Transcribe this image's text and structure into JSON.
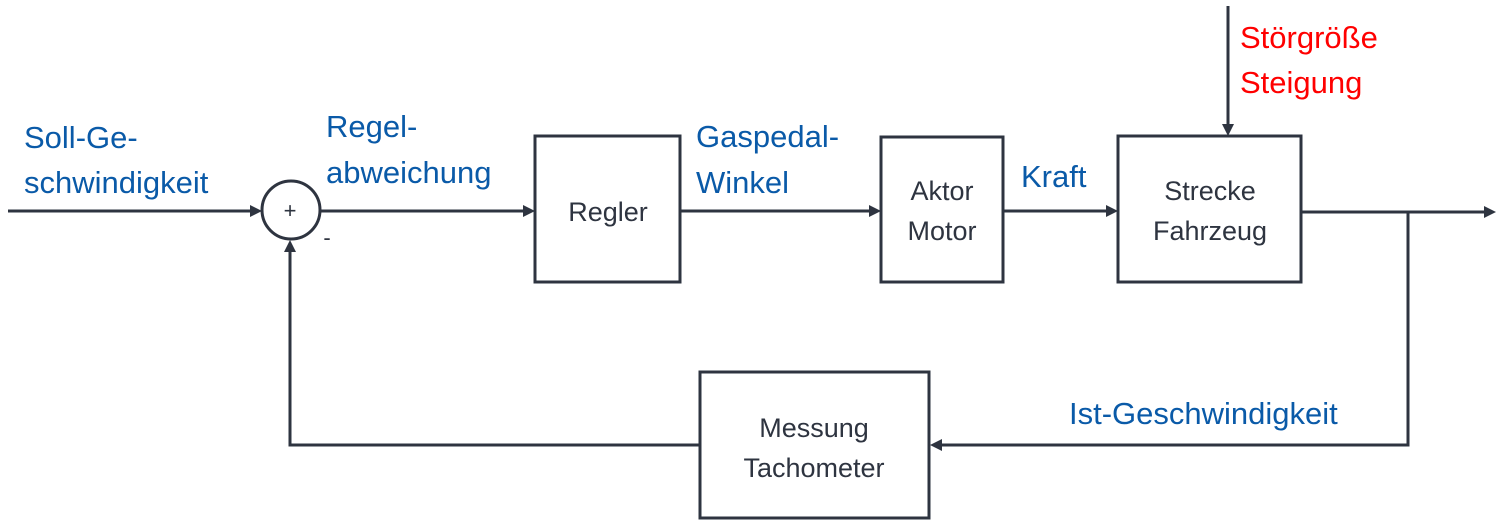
{
  "colors": {
    "line": "#2e3440",
    "signal_label": "#0a5aa8",
    "disturbance_label": "#ff0000"
  },
  "summing_junction": {
    "plus_sign": "+",
    "minus_sign": "-"
  },
  "signals": {
    "setpoint": {
      "line1": "Soll-Ge-",
      "line2": "schwindigkeit"
    },
    "error": {
      "line1": "Regel-",
      "line2": "abweichung"
    },
    "pedal": {
      "line1": "Gaspedal-",
      "line2": "Winkel"
    },
    "force": {
      "line1": "Kraft"
    },
    "actual": {
      "line1": "Ist-Geschwindigkeit"
    }
  },
  "disturbance": {
    "line1": "Störgröße",
    "line2": "Steigung"
  },
  "blocks": {
    "controller": {
      "line1": "Regler"
    },
    "actuator": {
      "line1": "Aktor",
      "line2": "Motor"
    },
    "plant": {
      "line1": "Strecke",
      "line2": "Fahrzeug"
    },
    "sensor": {
      "line1": "Messung",
      "line2": "Tachometer"
    }
  }
}
